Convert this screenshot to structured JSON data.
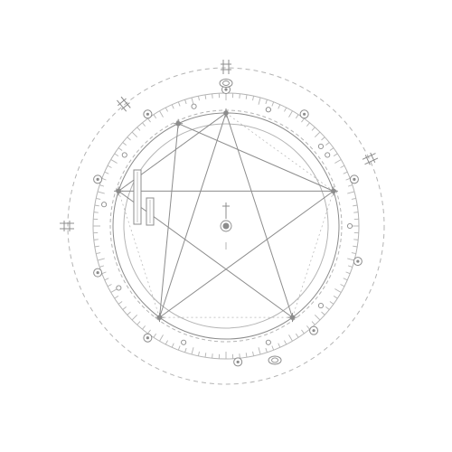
{
  "diagram": {
    "stroke_color": "#8c8c8c",
    "light_color": "#b4b4b4",
    "background": "#ffffff",
    "star_order": [
      0,
      2,
      4,
      1,
      3,
      0
    ],
    "vertex_count": 5
  }
}
